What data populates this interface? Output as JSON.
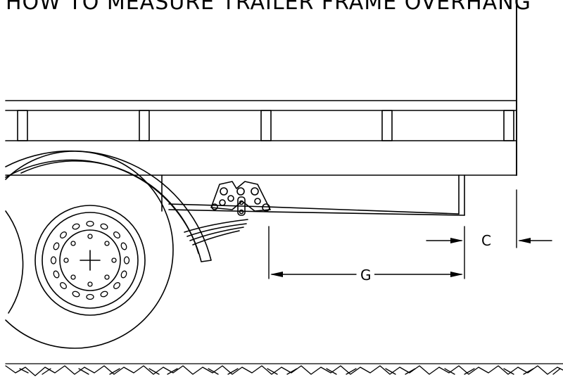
{
  "diagram": {
    "title": "HOW TO MEASURE TRAILER FRAME OVERHANG",
    "dimension_labels": {
      "g": "G",
      "c": "C"
    },
    "colors": {
      "line": "#000000",
      "background": "#ffffff"
    }
  }
}
